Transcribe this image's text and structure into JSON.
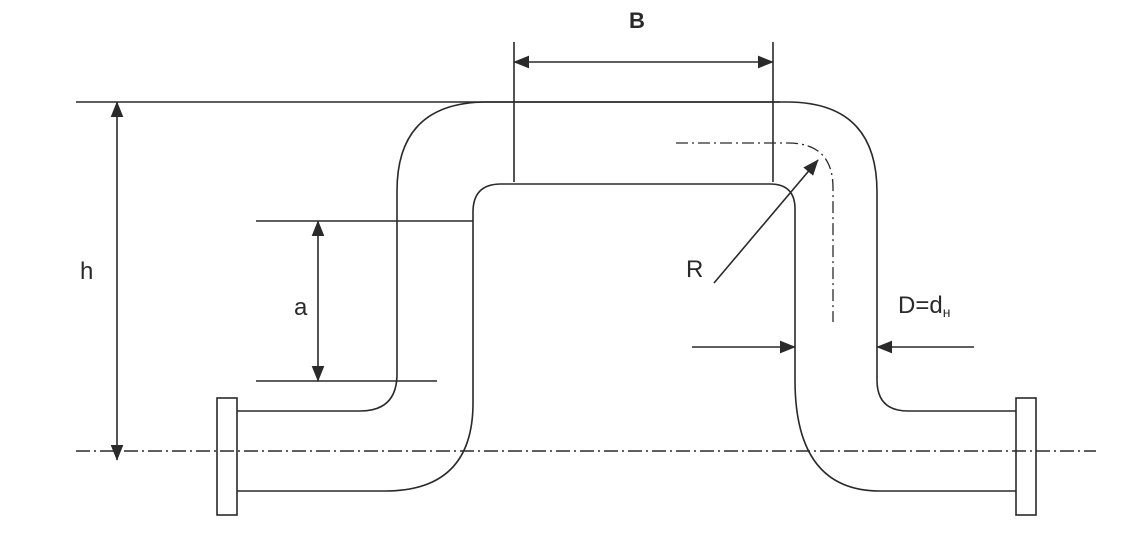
{
  "labels": {
    "b": "B",
    "h": "h",
    "a": "a",
    "r": "R",
    "d_main": "D=d",
    "d_sub": "н"
  },
  "colors": {
    "stroke": "#2a2a2a",
    "background": "#ffffff"
  }
}
